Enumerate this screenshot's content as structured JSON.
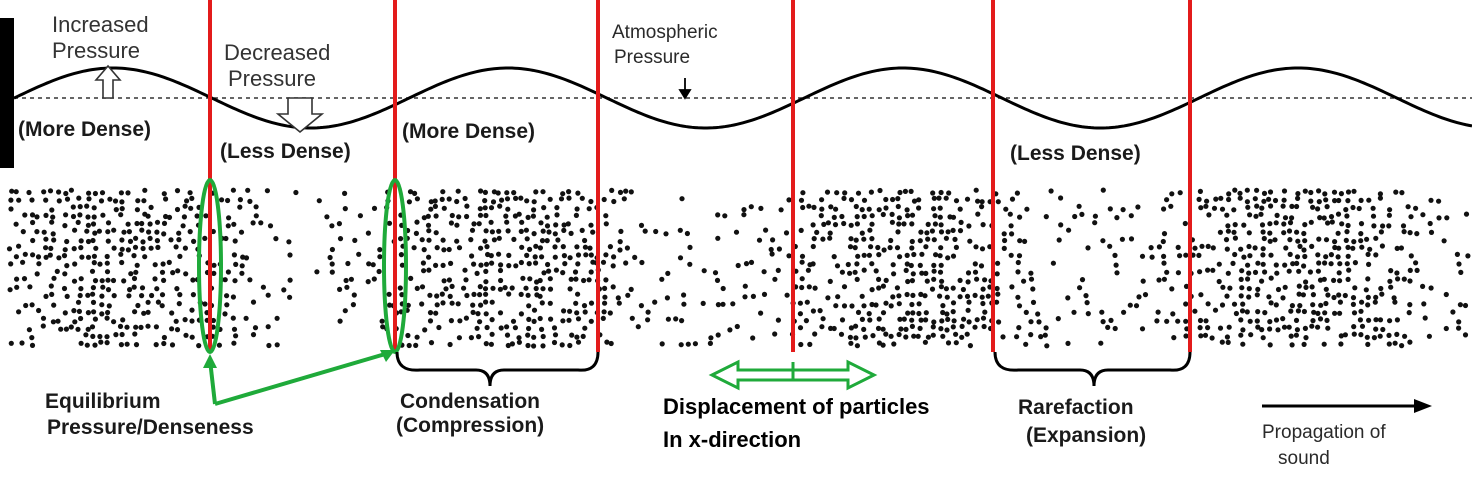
{
  "labels": {
    "increased_pressure_line1": "Increased",
    "increased_pressure_line2": "Pressure",
    "decreased_pressure_line1": "Decreased",
    "decreased_pressure_line2": "Pressure",
    "atmospheric_pressure_line1": "Atmospheric",
    "atmospheric_pressure_line2": "Pressure",
    "more_dense_1": "(More Dense)",
    "less_dense_1": "(Less Dense)",
    "more_dense_2": "(More Dense)",
    "less_dense_2": "(Less Dense)",
    "equilibrium_line1": "Equilibrium",
    "equilibrium_line2": "Pressure/Denseness",
    "condensation_line1": "Condensation",
    "condensation_line2": "(Compression)",
    "displacement_line1": "Displacement of particles",
    "displacement_line2": "In x-direction",
    "rarefaction_line1": "Rarefaction",
    "rarefaction_line2": "(Expansion)",
    "propagation_line1": "Propagation of",
    "propagation_line2": "sound"
  },
  "colors": {
    "wave": "#000000",
    "marker_lines": "#e31b1b",
    "highlight": "#1faa3a",
    "particles": "#111111",
    "baseline": "#333333"
  }
}
